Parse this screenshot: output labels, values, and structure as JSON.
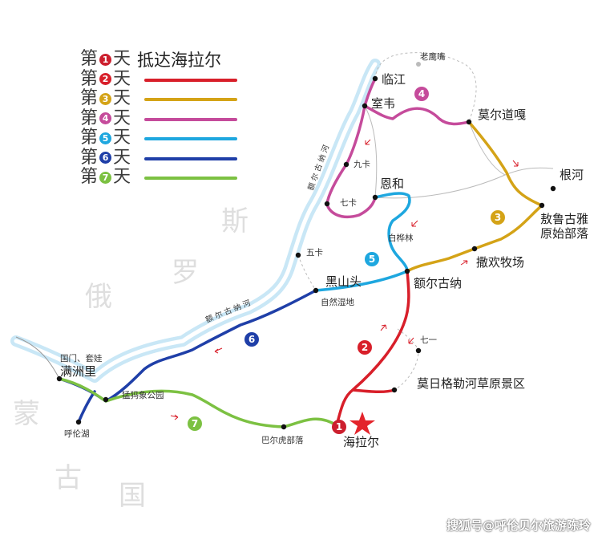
{
  "legend": [
    {
      "prefix": "第",
      "num": "1",
      "suffix": "天",
      "desc": "抵达海拉尔",
      "color": "#cc1f2e"
    },
    {
      "prefix": "第",
      "num": "2",
      "suffix": "天",
      "desc": "",
      "color": "#d81f2a"
    },
    {
      "prefix": "第",
      "num": "3",
      "suffix": "天",
      "desc": "",
      "color": "#d4a317"
    },
    {
      "prefix": "第",
      "num": "4",
      "suffix": "天",
      "desc": "",
      "color": "#c54b9b"
    },
    {
      "prefix": "第",
      "num": "5",
      "suffix": "天",
      "desc": "",
      "color": "#1ea7df"
    },
    {
      "prefix": "第",
      "num": "6",
      "suffix": "天",
      "desc": "",
      "color": "#1f3fa8"
    },
    {
      "prefix": "第",
      "num": "7",
      "suffix": "天",
      "desc": "",
      "color": "#7cc142"
    }
  ],
  "countries": {
    "russia": [
      "斯",
      "罗",
      "俄"
    ],
    "mongolia": [
      "蒙",
      "古",
      "国"
    ]
  },
  "places": {
    "linjiang": "临江",
    "laoyingzui": "老鹰嘴",
    "shiwei": "室韦",
    "moerdaoga": "莫尔道嘎",
    "jiuka": "九卡",
    "genhe": "根河",
    "enhe": "恩和",
    "qika": "七卡",
    "aolugu_1": "敖鲁古雅",
    "aolugu_2": "原始部落",
    "baihualin": "白桦林",
    "wuka": "五卡",
    "sahuan": "撒欢牧场",
    "heishantou": "黑山头",
    "eerguna": "额尔古纳",
    "ziran": "自然湿地",
    "qiyi": "七一",
    "guomen": "国门、套娃",
    "manzhouli": "满洲里",
    "morigele": "莫日格勒河草原景区",
    "mengmaxiang": "猛犸象公园",
    "hulunhu": "呼伦湖",
    "baerhu": "巴尔虎部落",
    "hailaer": "海拉尔"
  },
  "rivers": {
    "upper": "额尔古纳河",
    "lower": "额尔古纳河"
  },
  "route_markers": {
    "day2": "2",
    "day3": "3",
    "day4": "4",
    "day5": "5",
    "day6": "6",
    "day7": "7",
    "day1": "1"
  },
  "watermark": "搜狐号@呼伦贝尔旅游陈玲"
}
